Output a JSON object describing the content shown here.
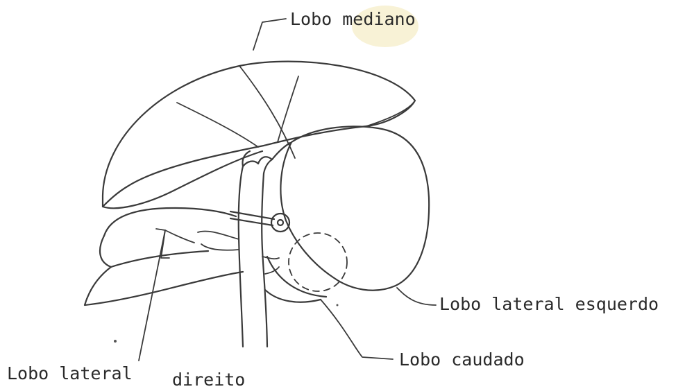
{
  "labels": {
    "lobo_mediano": "Lobo mediano",
    "lobo_lateral_esquerdo": "Lobo lateral esquerdo",
    "lobo_caudado": "Lobo caudado",
    "lobo_lateral": "Lobo lateral",
    "direito": "direito"
  }
}
